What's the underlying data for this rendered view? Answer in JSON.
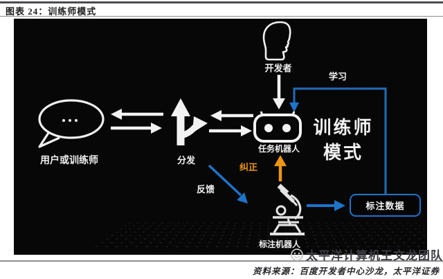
{
  "header": {
    "title": "图表 24：训练师模式"
  },
  "diagram": {
    "developer_label": "开发者",
    "user_trainer_label": "用户或训练师",
    "distribute_label": "分发",
    "task_robot_label": "任务机器人",
    "trainer_mode_line1": "训练师",
    "trainer_mode_line2": "模式",
    "learn_label": "学习",
    "correct_label": "纠正",
    "feedback_label": "反馈",
    "annotation_robot_label": "标注机器人",
    "annotated_data_label": "标注数据",
    "colors": {
      "panel_background": "#070707",
      "line_white": "#f2f2f2",
      "accent_blue": "#1e74c8",
      "accent_orange": "#ef9414"
    }
  },
  "watermark": {
    "text": "太平洋计算机王文龙团队"
  },
  "footer": {
    "source": "资料来源：百度开发者中心沙龙，太平洋证券"
  }
}
